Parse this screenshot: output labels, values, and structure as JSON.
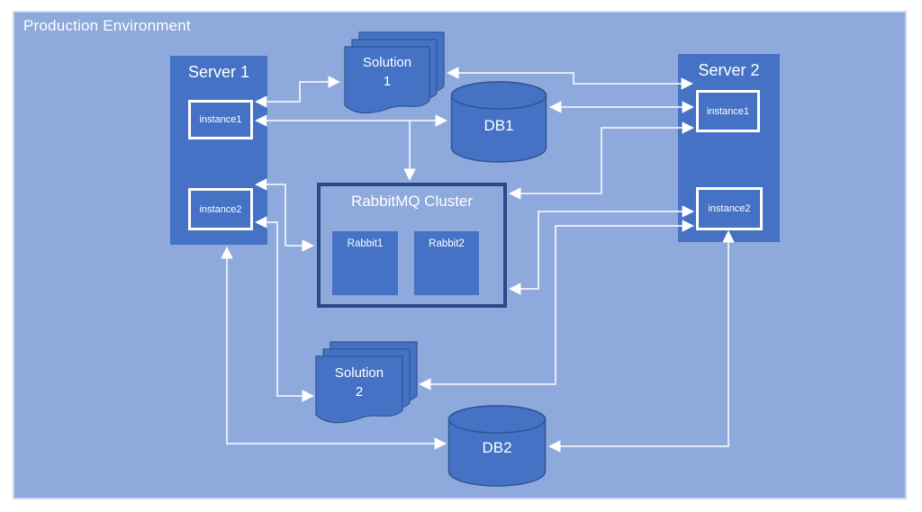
{
  "diagram": {
    "title": "Production Environment",
    "colors": {
      "canvas": "#ffffff",
      "environment_fill": "#8ea9db",
      "environment_border": "#c9d6ee",
      "node_fill": "#4572c4",
      "node_stroke": "#2f5597",
      "instance_border": "#ffffff",
      "cluster_border": "#2a4a87",
      "connector_line": "#eef2f9",
      "arrowhead": "#ffffff",
      "text": "#ffffff"
    },
    "nodes": {
      "server1": {
        "label": "Server 1",
        "instances": [
          {
            "label": "instance1"
          },
          {
            "label": "instance2"
          }
        ]
      },
      "server2": {
        "label": "Server 2",
        "instances": [
          {
            "label": "instance1"
          },
          {
            "label": "instance2"
          }
        ]
      },
      "solution1": {
        "label_line1": "Solution",
        "label_line2": "1"
      },
      "solution2": {
        "label_line1": "Solution",
        "label_line2": "2"
      },
      "db1": {
        "label": "DB1"
      },
      "db2": {
        "label": "DB2"
      },
      "rabbitmq_cluster": {
        "label": "RabbitMQ Cluster",
        "members": [
          {
            "label": "Rabbit1"
          },
          {
            "label": "Rabbit2"
          }
        ]
      }
    },
    "connections": [
      {
        "from": "server1-instance1",
        "to": "solution1",
        "bidirectional": true
      },
      {
        "from": "server1-instance1",
        "to": "db1",
        "bidirectional": true
      },
      {
        "from": "solution1",
        "to": "rabbitmq-cluster",
        "bidirectional": false
      },
      {
        "from": "server1-instance2",
        "to": "rabbitmq-cluster",
        "bidirectional": true
      },
      {
        "from": "server1-instance2",
        "to": "solution2",
        "bidirectional": true
      },
      {
        "from": "server1",
        "to": "db2",
        "bidirectional": true
      },
      {
        "from": "solution1",
        "to": "server2-instance1",
        "bidirectional": true
      },
      {
        "from": "db1",
        "to": "server2-instance1",
        "bidirectional": true
      },
      {
        "from": "rabbitmq-cluster",
        "to": "server2-instance1",
        "bidirectional": true
      },
      {
        "from": "rabbitmq-cluster",
        "to": "server2-instance2",
        "bidirectional": true
      },
      {
        "from": "solution2",
        "to": "server2-instance2",
        "bidirectional": true
      },
      {
        "from": "db2",
        "to": "server2-instance2",
        "bidirectional": true
      }
    ]
  }
}
